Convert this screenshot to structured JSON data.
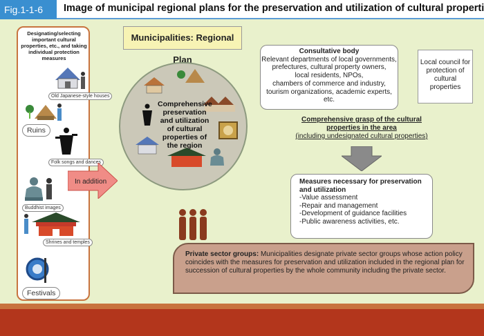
{
  "header": {
    "fig_label": "Fig.1-1-6",
    "title": "Image of municipal regional plans for the preservation and utilization of cultural properties"
  },
  "left_panel": {
    "intro": "Designating/selecting important cultural properties, etc., and taking individual protection measures",
    "items": [
      {
        "label": "Old Japanese-style houses"
      },
      {
        "label": "Ruins"
      },
      {
        "label": "Folk songs and dances"
      },
      {
        "label": "Buddhist images"
      },
      {
        "label": "Shrines and temples"
      },
      {
        "label": "Festivals"
      }
    ]
  },
  "arrow": {
    "label": "In addition"
  },
  "center": {
    "title": "Municipalities: Regional Plan",
    "circle_text": "Comprehensive preservation and utilization of cultural properties of the region"
  },
  "consultative": {
    "heading": "Consultative body",
    "lines": [
      "Relevant departments of local governments,",
      "prefectures, cultural property owners,",
      "local residents, NPOs,",
      "chambers of commerce and industry,",
      "tourism organizations, academic experts,",
      "etc."
    ]
  },
  "local_council": {
    "text": "Local council for protection of cultural properties"
  },
  "grasp": {
    "line1": "Comprehensive grasp of the cultural",
    "line2": "properties in the area",
    "line3": "(including undesignated cultural properties)"
  },
  "measures": {
    "heading": "Measures necessary for preservation and utilization",
    "items": [
      "-Value assessment",
      "-Repair and management",
      "-Development of guidance facilities",
      "-Public awareness activities, etc."
    ]
  },
  "private": {
    "heading": "Private sector groups:",
    "text": "Municipalities designate private sector groups whose action policy coincides with the measures for preservation and utilization included in the regional plan for succession of cultural properties by the whole community including the private sector."
  },
  "colors": {
    "accent_blue": "#3a8fd0",
    "panel_green": "#e9f1cc",
    "band_brown": "#c8733e",
    "band_red": "#b3361c",
    "arrow_pink": "#f08c86"
  },
  "icons": [
    "house-icon",
    "ruins-icon",
    "dancer-icon",
    "buddha-icon",
    "shrine-icon",
    "drum-icon",
    "person-icon",
    "people-group-icon",
    "down-arrow-icon",
    "right-arrow-icon"
  ]
}
